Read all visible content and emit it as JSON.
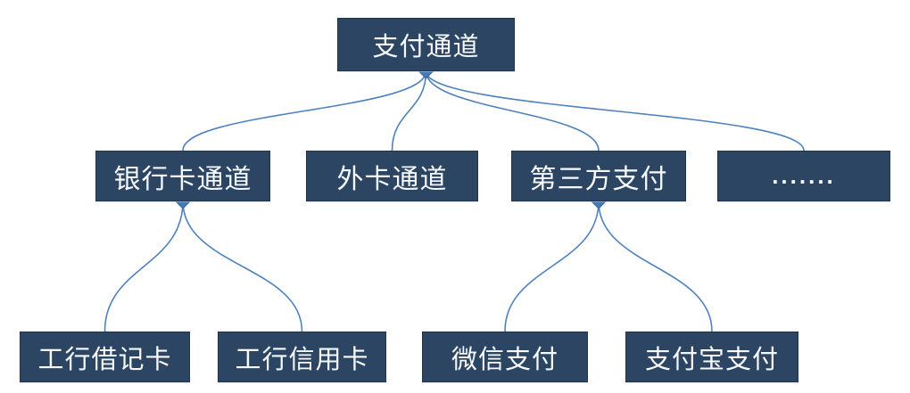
{
  "diagram": {
    "type": "tree",
    "root": {
      "label": "支付通道"
    },
    "level2": [
      {
        "label": "银行卡通道"
      },
      {
        "label": "外卡通道"
      },
      {
        "label": "第三方支付"
      },
      {
        "label": "......."
      }
    ],
    "level3": [
      {
        "label": "工行借记卡"
      },
      {
        "label": "工行信用卡"
      },
      {
        "label": "微信支付"
      },
      {
        "label": "支付宝支付"
      }
    ],
    "edges": [
      {
        "from": "支付通道",
        "to": "银行卡通道"
      },
      {
        "from": "支付通道",
        "to": "外卡通道"
      },
      {
        "from": "支付通道",
        "to": "第三方支付"
      },
      {
        "from": "支付通道",
        "to": "......."
      },
      {
        "from": "银行卡通道",
        "to": "工行借记卡"
      },
      {
        "from": "银行卡通道",
        "to": "工行信用卡"
      },
      {
        "from": "第三方支付",
        "to": "微信支付"
      },
      {
        "from": "第三方支付",
        "to": "支付宝支付"
      }
    ]
  },
  "colors": {
    "node_fill": "#2b4562",
    "node_border": "#22354c",
    "node_text": "#f7f9fc",
    "connector": "#4f81bd",
    "diamond_fill": "#447ab5",
    "background": "#ffffff"
  }
}
